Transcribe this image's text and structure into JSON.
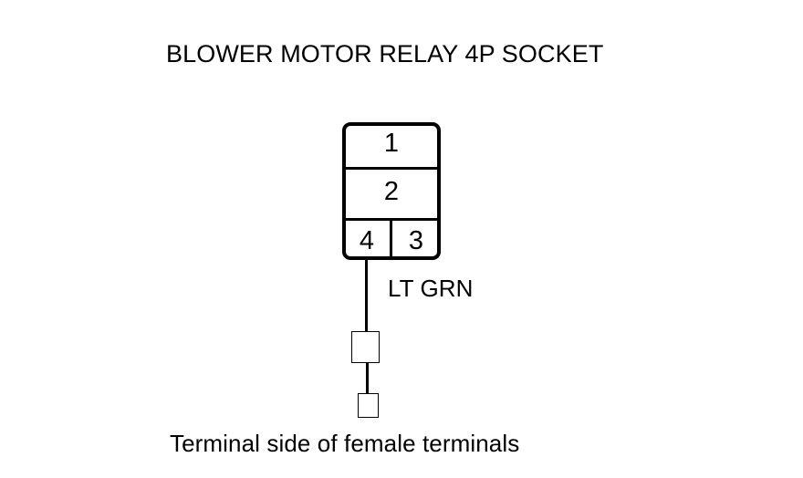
{
  "diagram": {
    "title": "BLOWER MOTOR RELAY 4P SOCKET",
    "caption": "Terminal side of female terminals",
    "connector": {
      "name": "BLOWER MOTOR RELAY 4P SOCKET",
      "pin_count": "4P",
      "pins": [
        {
          "number": "1",
          "row": 1
        },
        {
          "number": "2",
          "row": 2
        },
        {
          "number": "4",
          "row": 3
        },
        {
          "number": "3",
          "row": 3
        }
      ]
    },
    "wires": [
      {
        "from_pin": "4",
        "color_label": "LT GRN"
      }
    ],
    "terminals": [
      {
        "name": "terminal-large"
      },
      {
        "name": "terminal-small"
      }
    ],
    "colors": {
      "line": "#000000",
      "background": "#ffffff"
    }
  }
}
